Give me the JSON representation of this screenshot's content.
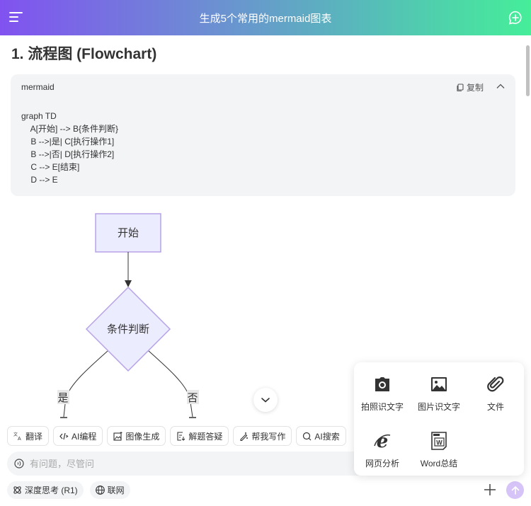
{
  "header": {
    "title": "生成5个常用的mermaid图表",
    "menu_icon": "menu-icon",
    "new_chat_icon": "new-chat-icon"
  },
  "main": {
    "heading": "1. 流程图 (Flowchart)",
    "code_block": {
      "language": "mermaid",
      "copy_label": "复制",
      "lines": [
        "graph TD",
        "    A[开始] --> B{条件判断}",
        "    B -->|是| C[执行操作1]",
        "    B -->|否| D[执行操作2]",
        "    C --> E[结束]",
        "    D --> E"
      ]
    },
    "diagram": {
      "start_node": "开始",
      "decision_node": "条件判断",
      "yes_label": "是",
      "no_label": "否",
      "node_fill": "#ececff",
      "node_stroke": "#9370db"
    }
  },
  "quick_actions": [
    {
      "label": "翻译",
      "icon": "translate-icon"
    },
    {
      "label": "AI编程",
      "icon": "code-icon"
    },
    {
      "label": "图像生成",
      "icon": "image-gen-icon"
    },
    {
      "label": "解题答疑",
      "icon": "solve-icon"
    },
    {
      "label": "帮我写作",
      "icon": "write-icon"
    },
    {
      "label": "AI搜索",
      "icon": "search-icon"
    }
  ],
  "input": {
    "placeholder": "有问题，尽管问"
  },
  "toggles": [
    {
      "label": "深度思考 (R1)",
      "icon": "deep-think-icon"
    },
    {
      "label": "联网",
      "icon": "globe-icon"
    }
  ],
  "attach_menu": [
    {
      "label": "拍照识文字",
      "icon": "camera-icon"
    },
    {
      "label": "图片识文字",
      "icon": "picture-icon"
    },
    {
      "label": "文件",
      "icon": "paperclip-icon"
    },
    {
      "label": "网页分析",
      "icon": "browser-icon"
    },
    {
      "label": "Word总结",
      "icon": "word-icon"
    }
  ],
  "colors": {
    "accent_send": "#d6c3f7",
    "header_gradient_start": "#8152f0",
    "header_gradient_end": "#45ee99"
  }
}
